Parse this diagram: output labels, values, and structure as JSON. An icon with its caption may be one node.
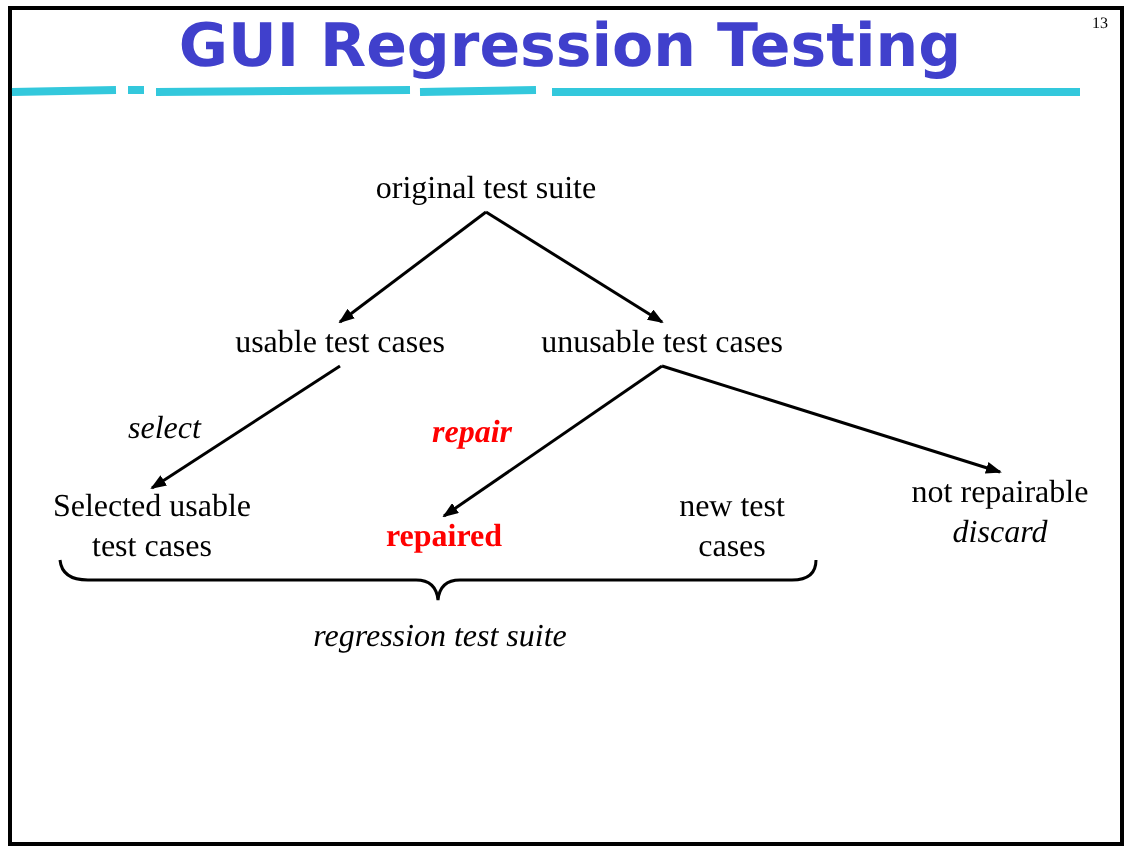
{
  "diagram": {
    "title": "GUI Regression Testing",
    "nodes": [
      {
        "text": [
          "original test suite"
        ]
      },
      {
        "text": [
          "usable test cases"
        ]
      },
      {
        "text": [
          "unusable test cases"
        ]
      },
      {
        "text": [
          "Selected usable test cases"
        ]
      },
      {
        "text": [
          "repaired"
        ]
      },
      {
        "text": [
          "new test cases"
        ]
      },
      {
        "text": [
          "not repairable",
          "discard"
        ]
      }
    ],
    "edges": [
      {
        "from": 0,
        "to": 1,
        "arrow": "to"
      },
      {
        "from": 0,
        "to": 2,
        "arrow": "to"
      },
      {
        "from": 1,
        "to": 3,
        "arrow": "to",
        "label": "select"
      },
      {
        "from": 2,
        "to": 4,
        "arrow": "to",
        "label": "repair"
      },
      {
        "from": 2,
        "to": 6,
        "arrow": "to"
      }
    ],
    "labels": [
      "13",
      "regression test suite"
    ]
  }
}
